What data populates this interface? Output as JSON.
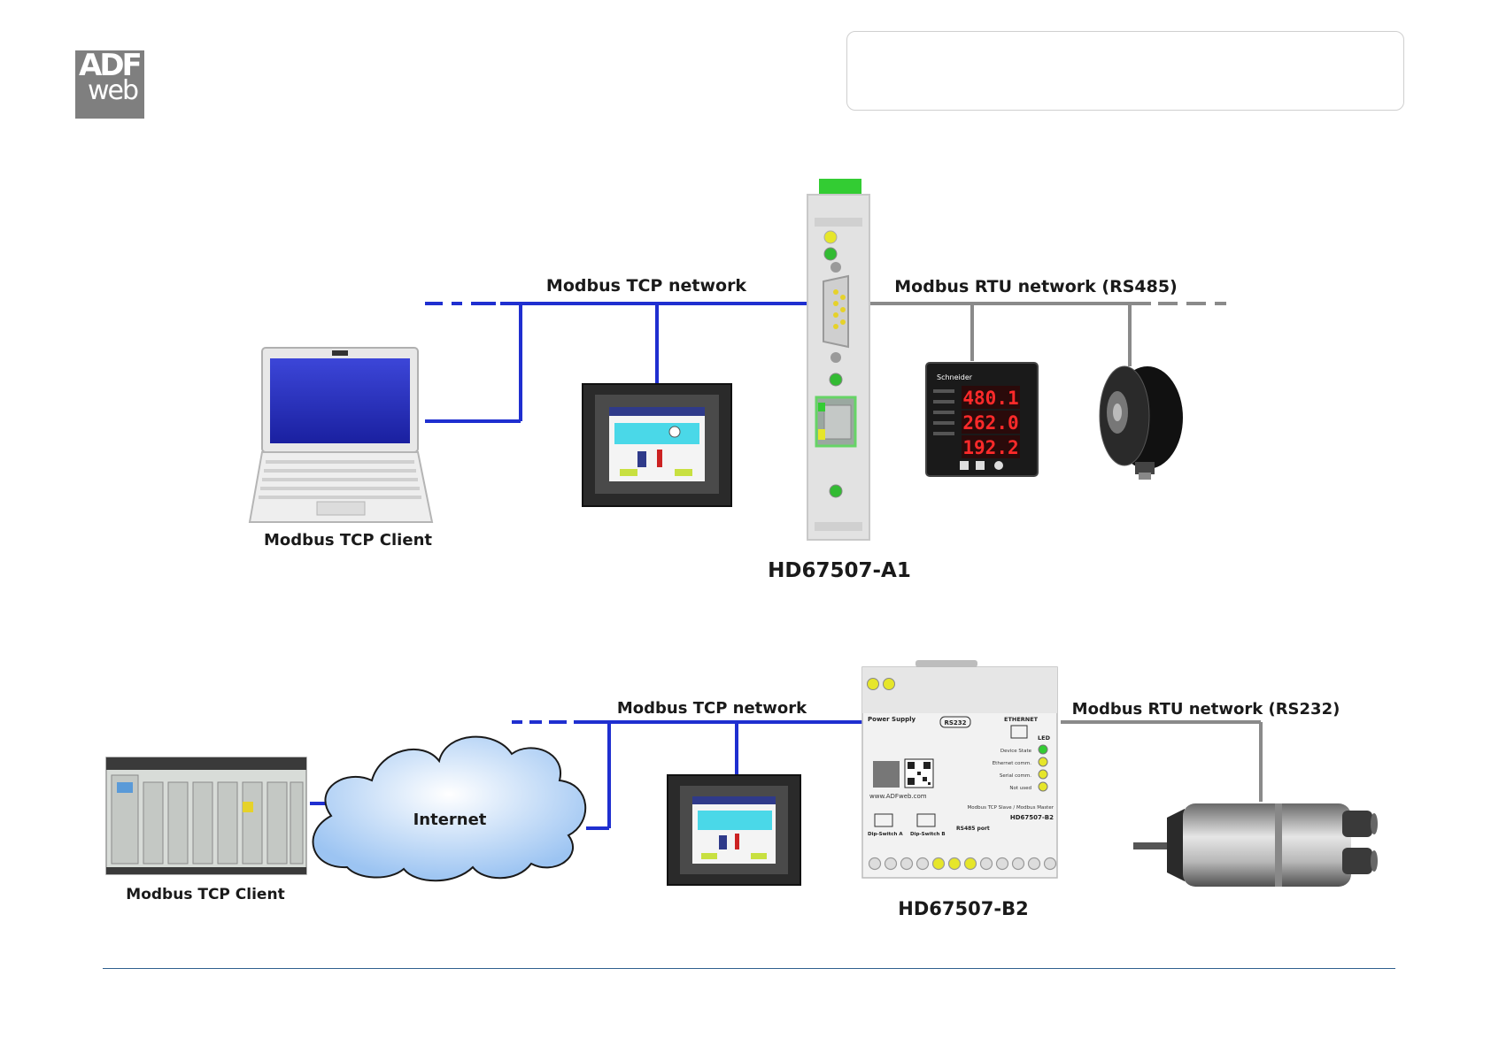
{
  "logo": {
    "line1": "ADF",
    "line2": "web"
  },
  "colors": {
    "tcp_line": "#1f2fd0",
    "rtu_line": "#8a8a8a",
    "cloud_fill": "#bcd8f8",
    "device_green": "#33cc33",
    "led_yellow": "#e6e62a"
  },
  "top": {
    "tcp_network_label": "Modbus TCP network",
    "rtu_network_label": "Modbus RTU network (RS485)",
    "client_label": "Modbus TCP Client",
    "device_label": "HD67507-A1",
    "meter_readings": [
      "480.1",
      "262.0",
      "192.2"
    ],
    "meter_brand": "Schneider"
  },
  "bottom": {
    "tcp_network_label": "Modbus TCP network",
    "rtu_network_label": "Modbus RTU network (RS232)",
    "client_label": "Modbus TCP Client",
    "cloud_label": "Internet",
    "device_label": "HD67507-B2",
    "device_panel": {
      "power_supply": "Power Supply",
      "rs232": "RS232",
      "ethernet": "ETHERNET",
      "led": "LED",
      "led_items": [
        "Device State",
        "Ethernet comm.",
        "Serial comm.",
        "Not used"
      ],
      "website": "www.ADFweb.com",
      "product_desc": "Modbus TCP Slave / Modbus Master",
      "product_code": "HD67507-B2",
      "dip_a": "Dip-Switch A",
      "dip_b": "Dip-Switch B",
      "rs485_port": "RS485 port"
    }
  }
}
